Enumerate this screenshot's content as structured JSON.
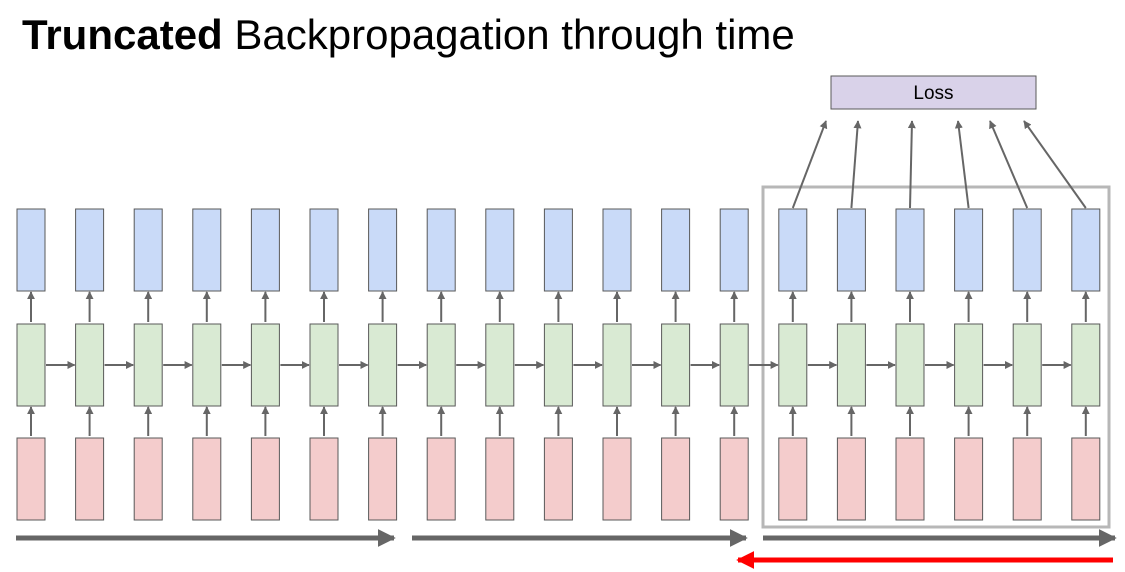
{
  "title": {
    "bold": "Truncated",
    "rest": " Backpropagation through time"
  },
  "loss_label": "Loss",
  "timesteps": 19,
  "truncation_window": {
    "first_step": 14,
    "last_step": 19
  },
  "forward_chunks": 3,
  "colors": {
    "output": "#c9daf8",
    "hidden": "#d9ead3",
    "input": "#f4cccc",
    "loss": "#d9d2e9",
    "border": "#595959",
    "arrow": "#666666",
    "window": "#b7b7b7",
    "backward": "#ff0000"
  }
}
